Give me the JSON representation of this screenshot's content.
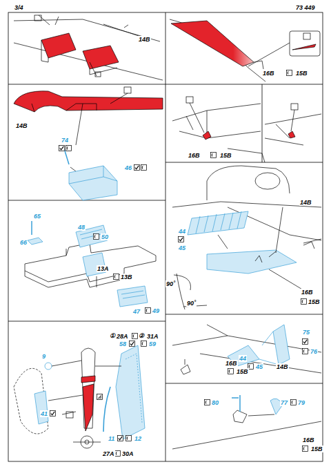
{
  "diagram": {
    "labels": [
      "3/4",
      "73 449",
      "14B",
      "16B",
      "15B",
      "14B",
      "74",
      "46",
      "16B",
      "15B",
      "14B",
      "44",
      "45",
      "90˚",
      "90˚",
      "16B",
      "15B",
      "65",
      "66",
      "48",
      "50",
      "13A",
      "13B",
      "47",
      "49",
      "①",
      "28A",
      "②",
      "31A",
      "58",
      "59",
      "9",
      "41",
      "11",
      "12",
      "27A",
      "30A",
      "75",
      "76",
      "16B",
      "15B",
      "44",
      "45",
      "14B",
      "80",
      "77",
      "79",
      "16B",
      "15B"
    ]
  }
}
